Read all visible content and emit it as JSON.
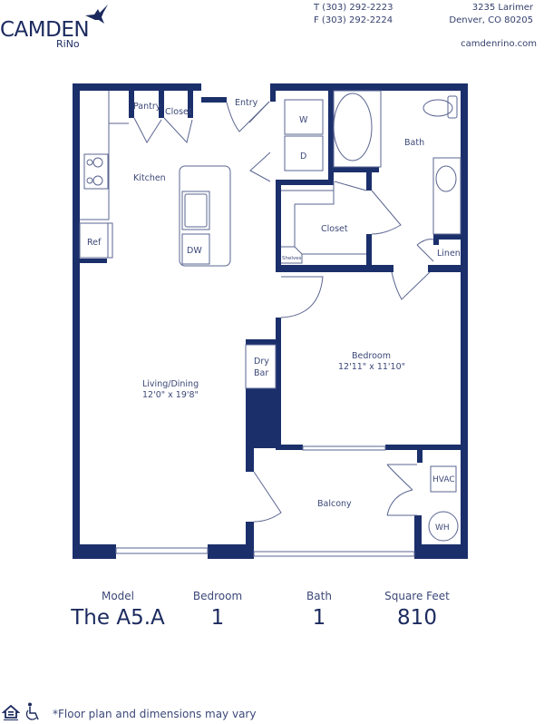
{
  "header": {
    "brand": "CAMDEN",
    "community": "RiNo",
    "phone": "T (303) 292-2223",
    "fax": "F (303) 292-2224",
    "address_line1": "3235 Larimer",
    "address_line2": "Denver, CO 80205",
    "website": "camdenrino.com"
  },
  "colors": {
    "wall": "#1b2f6b",
    "line": "#5a6590",
    "text": "#3c4878"
  },
  "floorplan": {
    "rooms": {
      "pantry": "Pantry",
      "closet_entry": "Closet",
      "entry": "Entry",
      "washer": "W",
      "dryer": "D",
      "bath": "Bath",
      "kitchen": "Kitchen",
      "refrigerator": "Ref",
      "dishwasher": "DW",
      "closet_walkin": "Closet",
      "shelves": "Shelves",
      "linen": "Linen",
      "dry_bar_1": "Dry",
      "dry_bar_2": "Bar",
      "bedroom": "Bedroom",
      "bedroom_dims": "12'11\" x   11'10\"",
      "living": "Living/Dining",
      "living_dims": "12'0\" x 19'8\"",
      "balcony": "Balcony",
      "hvac": "HVAC",
      "water_heater": "WH"
    }
  },
  "stats": {
    "model_label": "Model",
    "model_value": "The A5.A",
    "bedroom_label": "Bedroom",
    "bedroom_value": "1",
    "bath_label": "Bath",
    "bath_value": "1",
    "sqft_label": "Square Feet",
    "sqft_value": "810"
  },
  "footer": {
    "disclaimer": "*Floor plan and dimensions may vary",
    "icons": [
      "equal-housing-icon",
      "accessibility-icon"
    ]
  }
}
